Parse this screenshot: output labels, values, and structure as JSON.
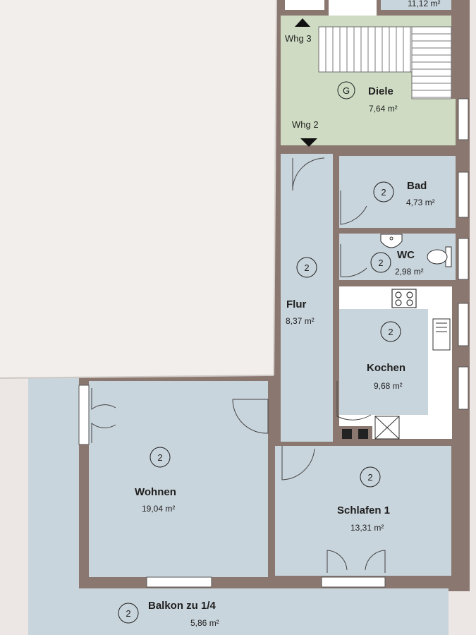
{
  "rooms": {
    "top_partial": {
      "area": "11,12 m²"
    },
    "diele": {
      "number": "G",
      "name": "Diele",
      "area": "7,64 m²"
    },
    "bad": {
      "number": "2",
      "name": "Bad",
      "area": "4,73 m²"
    },
    "wc": {
      "number": "2",
      "name": "WC",
      "area": "2,98 m²"
    },
    "flur": {
      "number": "2",
      "name": "Flur",
      "area": "8,37 m²"
    },
    "kochen": {
      "number": "2",
      "name": "Kochen",
      "area": "9,68 m²"
    },
    "wohnen": {
      "number": "2",
      "name": "Wohnen",
      "area": "19,04 m²"
    },
    "schlafen": {
      "number": "2",
      "name": "Schlafen 1",
      "area": "13,31 m²"
    },
    "balkon": {
      "number": "2",
      "name": "Balkon zu 1/4",
      "area": "5,86 m²"
    }
  },
  "markers": {
    "whg3": "Whg 3",
    "whg2": "Whg 2"
  },
  "colors": {
    "wall": "#8a7770",
    "room_fill": "#c9d5dc",
    "diele_fill": "#cfdcc3",
    "background": "#ece7e4",
    "paper_overlay": "#f1eeec"
  }
}
